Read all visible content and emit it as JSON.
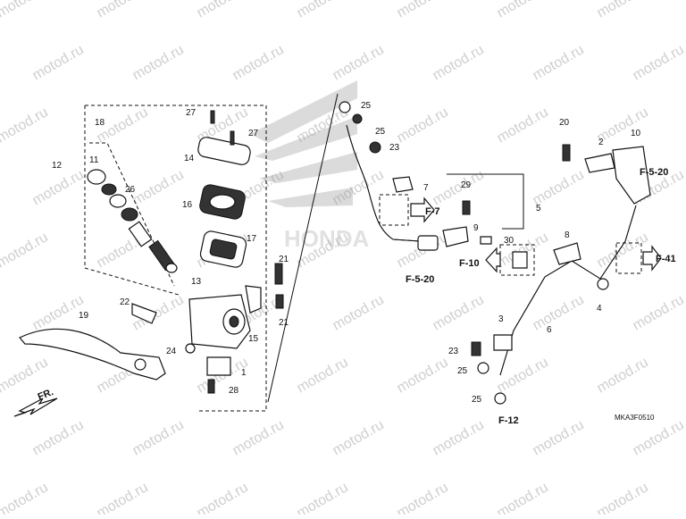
{
  "watermark": "motod.ru",
  "diagram_code": "MKA3F0510",
  "brand_logo": "HONDA",
  "direction_label": "FR.",
  "callouts": [
    "1",
    "2",
    "3",
    "4",
    "5",
    "6",
    "7",
    "8",
    "9",
    "10",
    "11",
    "12",
    "13",
    "14",
    "15",
    "16",
    "17",
    "18",
    "19",
    "20",
    "21",
    "22",
    "23",
    "24",
    "25",
    "26",
    "27",
    "28",
    "29",
    "30"
  ],
  "references": [
    "F-7",
    "F-5-20",
    "F-10",
    "F-41",
    "F-12"
  ]
}
